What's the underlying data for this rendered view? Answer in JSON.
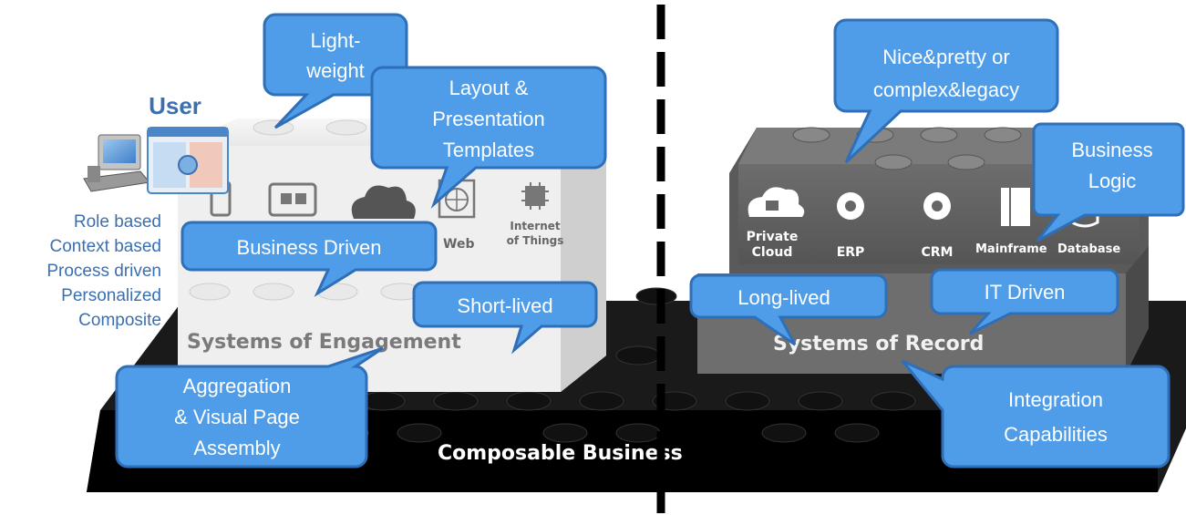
{
  "user": {
    "title": "User",
    "traits": [
      "Role based",
      "Context based",
      "Process driven",
      "Personalized",
      "Composite"
    ]
  },
  "engagement": {
    "title": "Systems of Engagement",
    "icons": [
      {
        "icon": "mobile-icon",
        "label": ""
      },
      {
        "icon": "video-icon",
        "label": ""
      },
      {
        "icon": "cloud-icon",
        "label": ""
      },
      {
        "icon": "web-globe-icon",
        "label": "Web"
      },
      {
        "icon": "chip-icon",
        "label": "Internet of Things"
      }
    ]
  },
  "record": {
    "title": "Systems of Record",
    "icons": [
      {
        "icon": "lock-cloud-icon",
        "label": "Private Cloud"
      },
      {
        "icon": "gear-icon",
        "label": "ERP"
      },
      {
        "icon": "gear-icon",
        "label": "CRM"
      },
      {
        "icon": "mainframe-icon",
        "label": "Mainframe"
      },
      {
        "icon": "database-icon",
        "label": "Database"
      }
    ]
  },
  "base": {
    "title": "Composable Business"
  },
  "callouts": {
    "lightweight": [
      "Light-",
      "weight"
    ],
    "layout": [
      "Layout &",
      "Presentation",
      "Templates"
    ],
    "business_driven": [
      "Business Driven"
    ],
    "short_lived": [
      "Short-lived"
    ],
    "aggregation": [
      "Aggregation",
      "& Visual Page",
      "Assembly"
    ],
    "nice_pretty": [
      "Nice&pretty or",
      "complex&legacy"
    ],
    "business_logic": [
      "Business",
      "Logic"
    ],
    "long_lived": [
      "Long-lived"
    ],
    "it_driven": [
      "IT Driven"
    ],
    "integration": [
      "Integration",
      "Capabilities"
    ]
  },
  "colors": {
    "callout_fill": "#4f9de8",
    "callout_stroke": "#2e6fb8",
    "user_text": "#3c6fb0",
    "divider": "#000000"
  }
}
